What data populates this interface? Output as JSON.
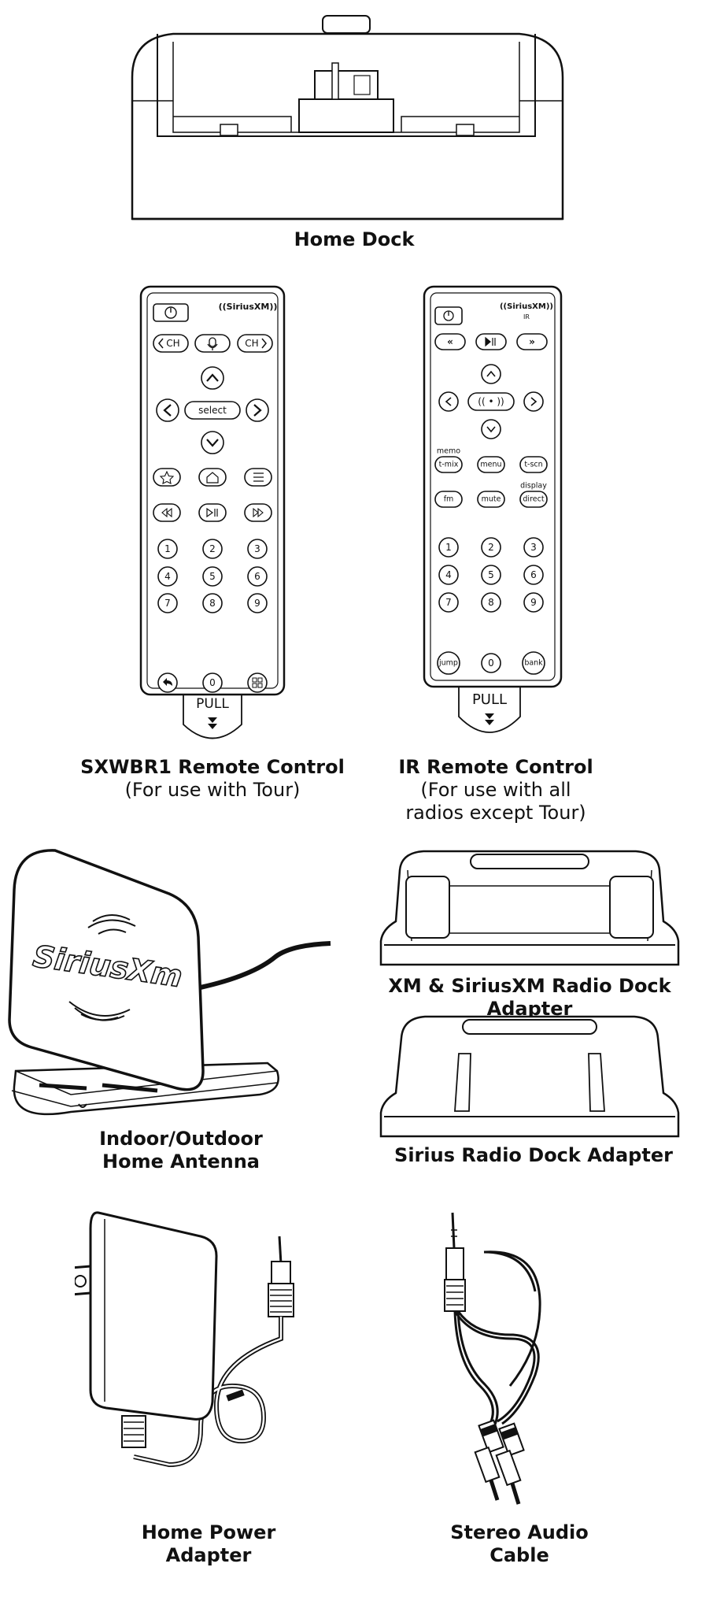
{
  "home_dock": {
    "caption": "Home Dock"
  },
  "remote_sxwbr1": {
    "caption_bold": "SXWBR1 Remote Control",
    "caption_sub": "(For use with Tour)",
    "brand": "((SiriusXM))",
    "keys": {
      "ch_left": "CH",
      "ch_right": "CH",
      "select": "select"
    },
    "numbers": [
      "1",
      "2",
      "3",
      "4",
      "5",
      "6",
      "7",
      "8",
      "9",
      "0"
    ],
    "pull": "PULL"
  },
  "remote_ir": {
    "caption_bold": "IR Remote Control",
    "caption_sub1": "(For use with all",
    "caption_sub2": "radios except Tour)",
    "brand": "((SiriusXM))",
    "brand_sub": "IR",
    "labels": {
      "memo": "memo",
      "display": "display"
    },
    "keys": {
      "tmix": "t-mix",
      "menu": "menu",
      "tscn": "t-scn",
      "fm": "fm",
      "mute": "mute",
      "direct": "direct",
      "jump": "jump",
      "bank": "bank"
    },
    "numbers": [
      "1",
      "2",
      "3",
      "4",
      "5",
      "6",
      "7",
      "8",
      "9",
      "0"
    ],
    "pull": "PULL"
  },
  "antenna": {
    "caption1": "Indoor/Outdoor",
    "caption2": "Home Antenna",
    "logo": "SiriusXm"
  },
  "xm_adapter": {
    "caption": "XM & SiriusXM Radio Dock Adapter"
  },
  "sirius_adapter": {
    "caption": "Sirius Radio Dock Adapter"
  },
  "power_adapter": {
    "caption1": "Home Power",
    "caption2": "Adapter"
  },
  "audio_cable": {
    "caption1": "Stereo Audio",
    "caption2": "Cable"
  }
}
